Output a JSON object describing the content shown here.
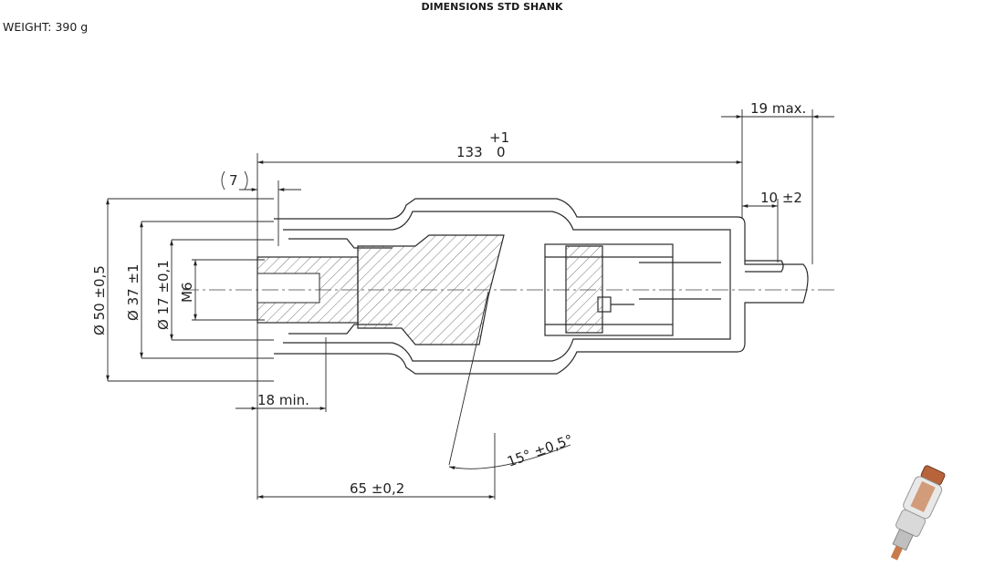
{
  "header": {
    "title": "DIMENSIONS STD SHANK",
    "weight": "WEIGHT: 390 g"
  },
  "dimensions": {
    "length_nominal": "133",
    "length_tol_upper": "+1",
    "length_tol_lower": "0",
    "ref_7": "7",
    "tip_max": "19 max.",
    "tip_10": "10 ±2",
    "dia_50": "Ø 50 ±0,5",
    "dia_37": "Ø 37 ±1",
    "dia_17": "Ø 17 ±0,1",
    "thread": "M6",
    "depth_min": "18 min.",
    "angle": "15° ±0,5°",
    "len_65": "65 ±0,2"
  },
  "colors": {
    "line": "#2a2a2a",
    "hatch": "#555555",
    "copper": "#b8643a",
    "ceramic": "#e8e8e8"
  },
  "icons": {
    "product_thumbnail": "spark-plug-style-component-icon"
  }
}
